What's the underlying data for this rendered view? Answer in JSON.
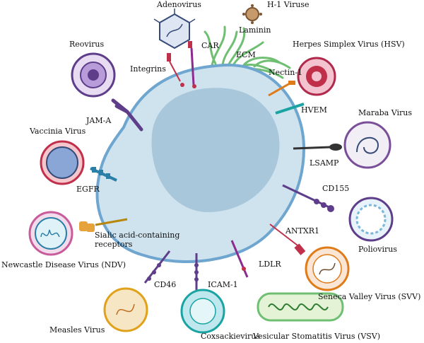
{
  "labels": {
    "adenovirus": "Adenovirus",
    "h1_virus": "H-1 Viruse",
    "laminin": "Laminin",
    "reovirus": "Reovirus",
    "car": "CAR",
    "ecm": "ECM",
    "hsv": "Herpes Simplex Virus (HSV)",
    "integrins": "Integrins",
    "nectin1": "Nectin-1",
    "jama": "JAM-A",
    "hvem": "HVEM",
    "maraba": "Maraba Virus",
    "vaccinia": "Vaccinia Virus",
    "lsamp": "LSAMP",
    "egfr": "EGFR",
    "cd155": "CD155",
    "antxr1": "ANTXR1",
    "poliovirus": "Poliovirus",
    "sialic1": "Sialic acid-containing",
    "sialic2": "receptors",
    "ndv": "Newcastle Disease Virus (NDV)",
    "ldlr": "LDLR",
    "cd46": "CD46",
    "icam1": "ICAM-1",
    "svv": "Seneca Valley Virus (SVV)",
    "measles": "Measles Virus",
    "coxsackie": "Coxsackievirus",
    "vsv": "Vesicular Stomatitis Virus (VSV)"
  },
  "colors": {
    "cell_fill": "#cfe3ee",
    "cell_border": "#6ea6d0",
    "nucleus": "#a9c7db",
    "ecm": "#6fbf73"
  }
}
